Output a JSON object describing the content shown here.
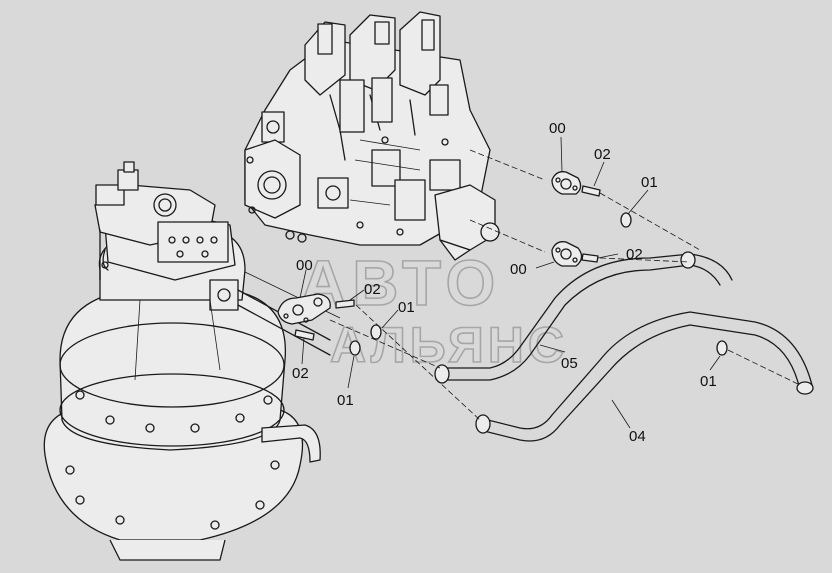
{
  "watermark": {
    "line1": "АВТО",
    "line2": "АЛЬЯНС"
  },
  "labels": {
    "upper_flange": "00",
    "upper_bolt": "02",
    "upper_oring": "01",
    "right_flange": "00",
    "right_bolt": "02",
    "left_flange": "00",
    "left_bolt_upper": "02",
    "left_oring_upper": "01",
    "left_bolt_lower": "02",
    "left_oring_lower": "01",
    "hose_05": "05",
    "right_oring": "01",
    "hose_04": "04"
  }
}
